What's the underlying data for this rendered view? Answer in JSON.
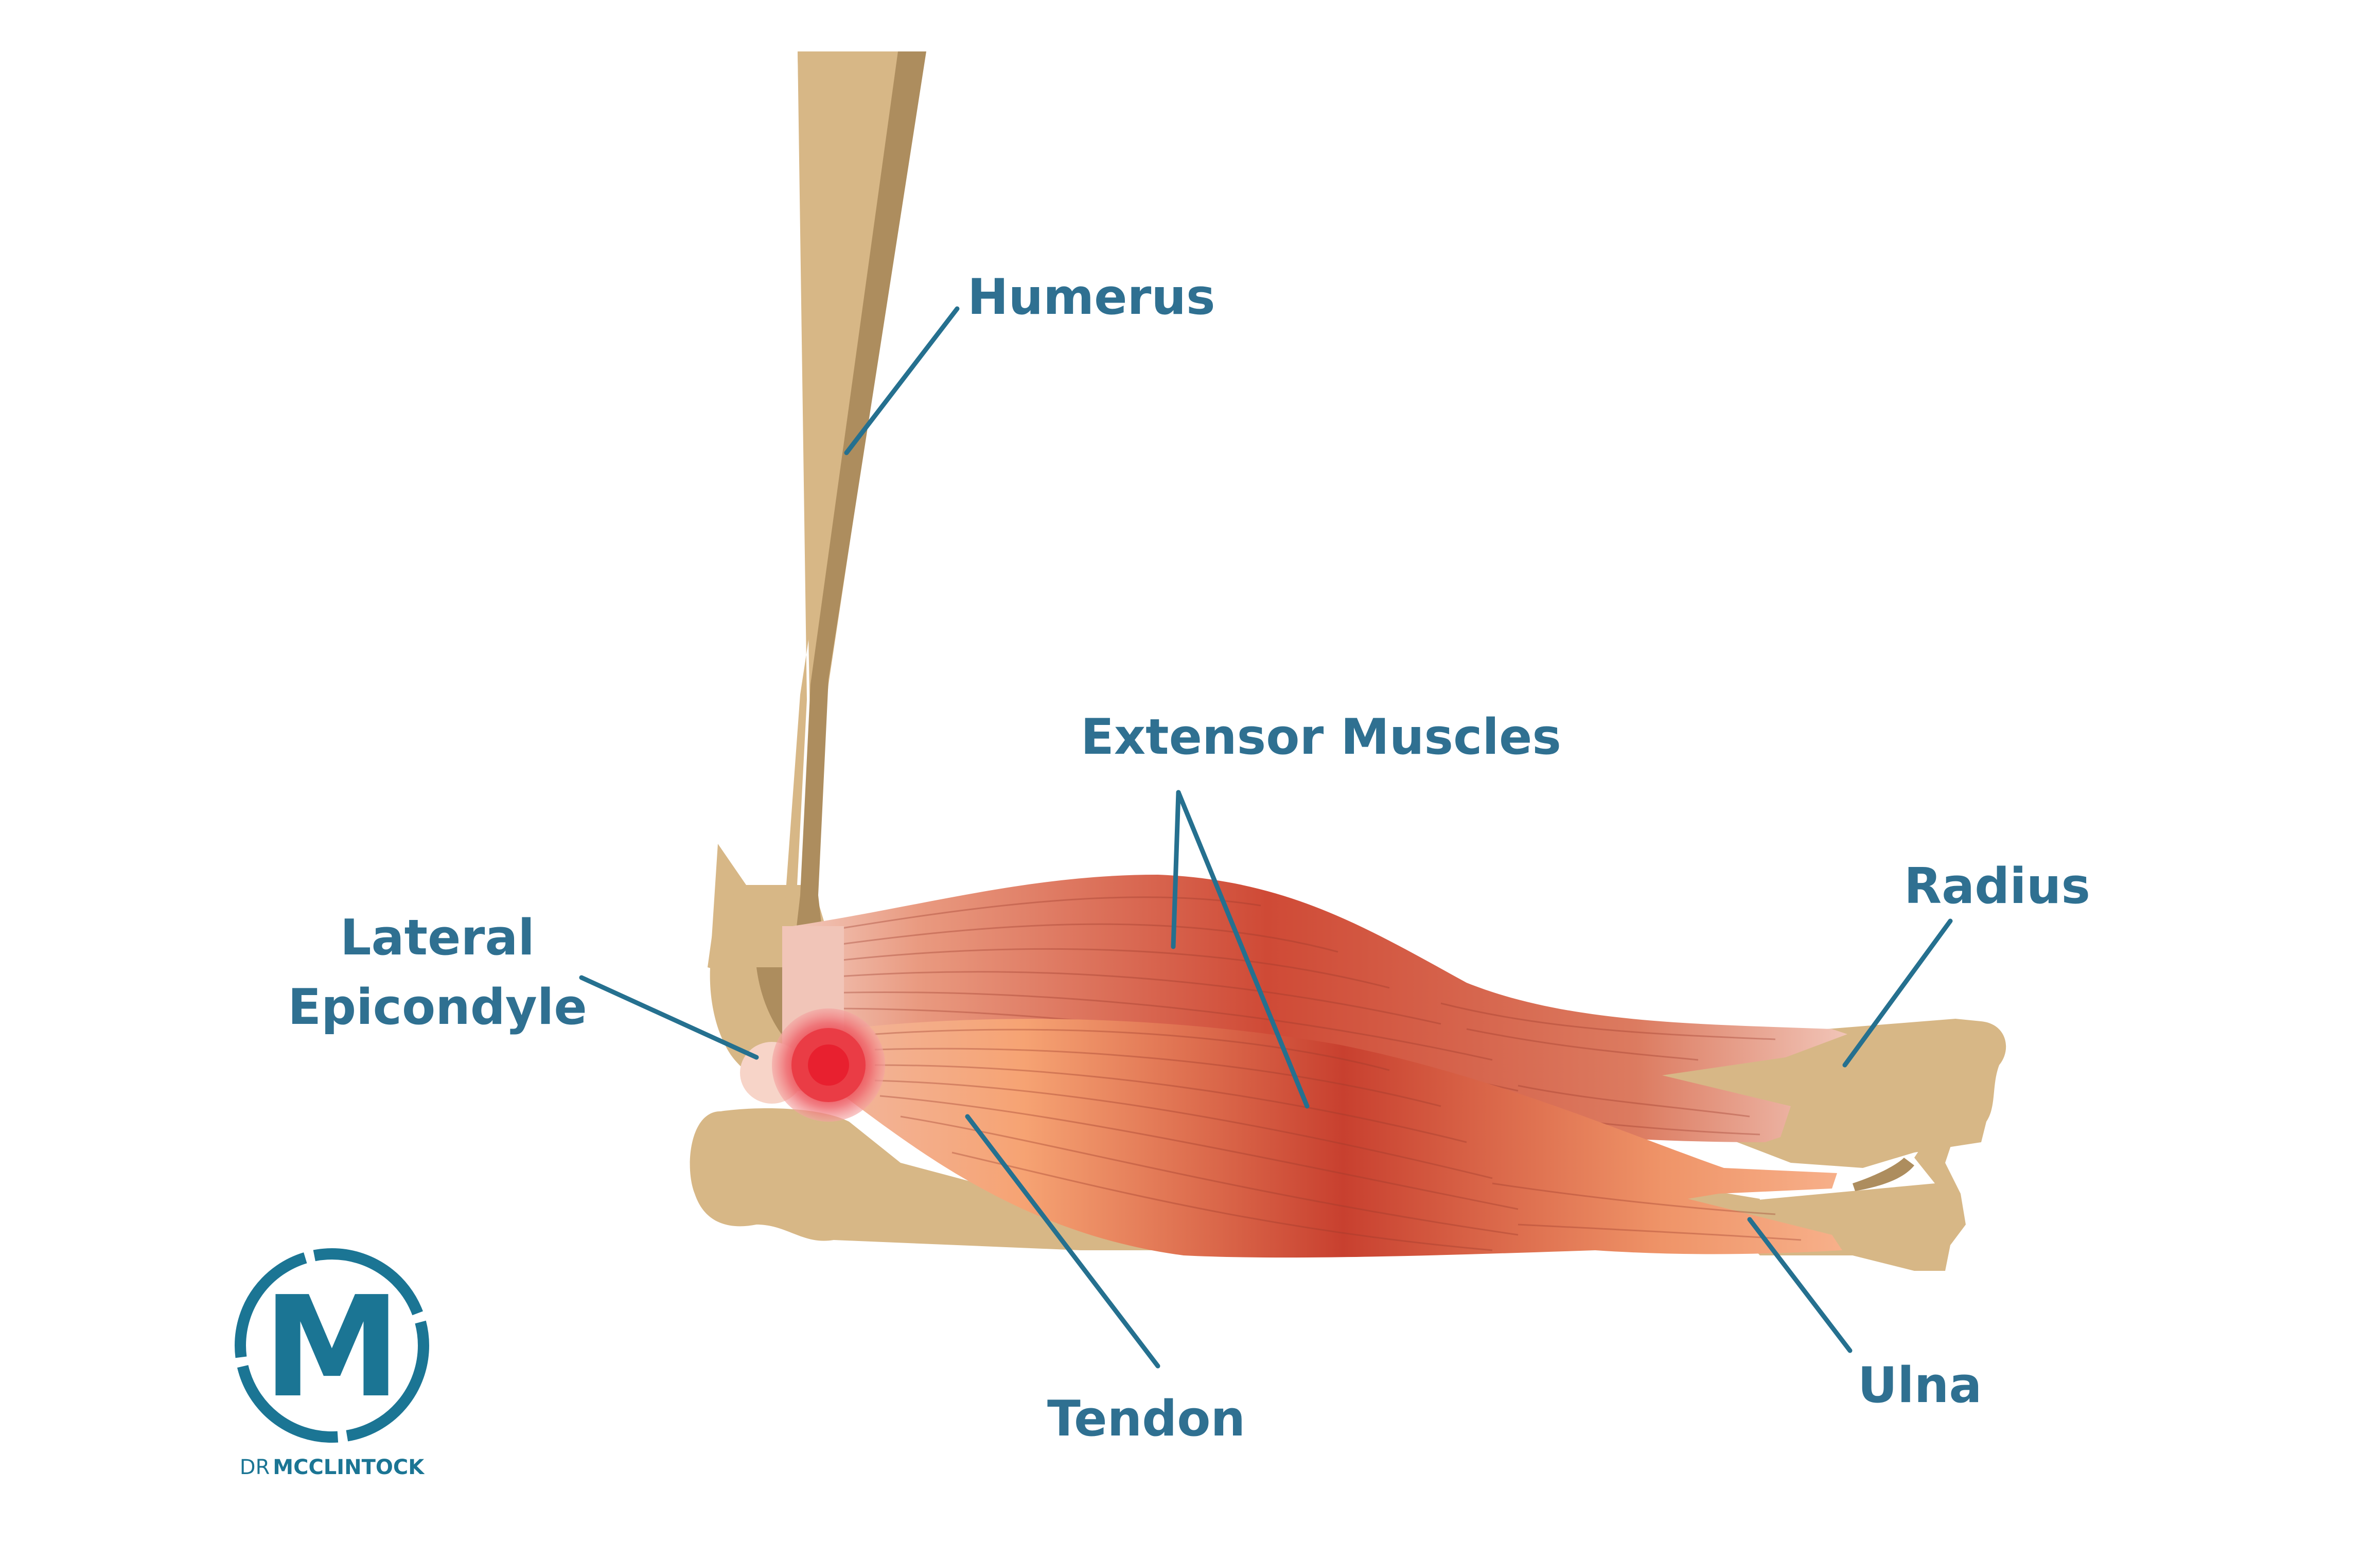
{
  "labels": {
    "humerus": "Humerus",
    "extensor_muscles": "Extensor Muscles",
    "radius": "Radius",
    "lateral_epicondyle_line1": "Lateral",
    "lateral_epicondyle_line2": "Epicondyle",
    "tendon": "Tendon",
    "ulna": "Ulna"
  },
  "logo": {
    "letter": "M",
    "brand_prefix": "DR",
    "brand_name": "MCCLINTOCK"
  },
  "colors": {
    "bone": "#d7b786",
    "bone_shadow": "#ad8d5e",
    "muscle_dark": "#c8402f",
    "muscle_light": "#f4a070",
    "tendon": "#f1c5b8",
    "inflammation": "#e82c36",
    "label_text": "#2f7091",
    "logo": "#1b7594"
  }
}
